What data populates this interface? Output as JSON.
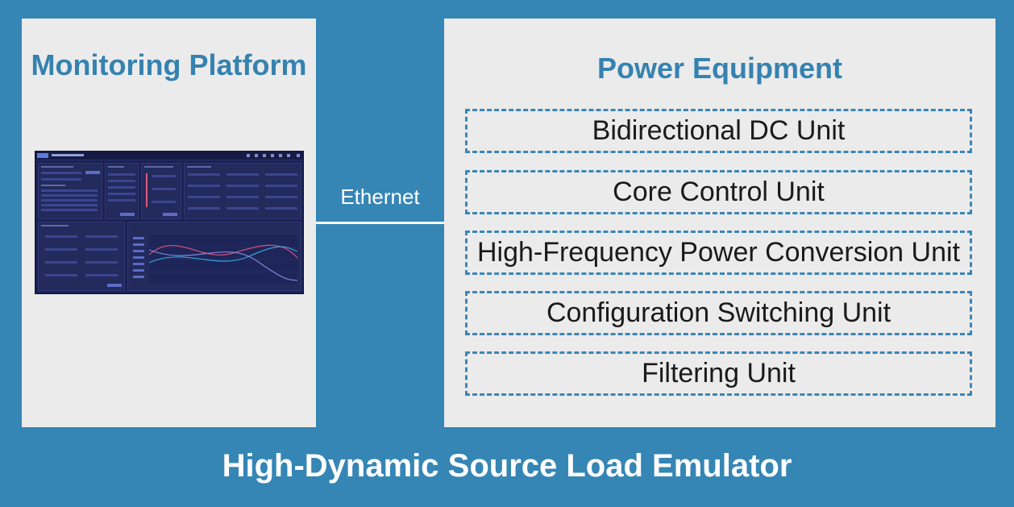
{
  "left_panel": {
    "title": "Monitoring Platform"
  },
  "connector": {
    "label": "Ethernet"
  },
  "right_panel": {
    "title": "Power Equipment",
    "units": [
      "Bidirectional DC Unit",
      "Core Control Unit",
      "High-Frequency Power Conversion Unit",
      "Configuration Switching Unit",
      "Filtering Unit"
    ]
  },
  "main_title": "High-Dynamic Source Load Emulator",
  "colors": {
    "background": "#3586b5",
    "panel": "#ebebeb",
    "title_blue": "#3582b0",
    "dashed_border": "#3a86b7"
  }
}
